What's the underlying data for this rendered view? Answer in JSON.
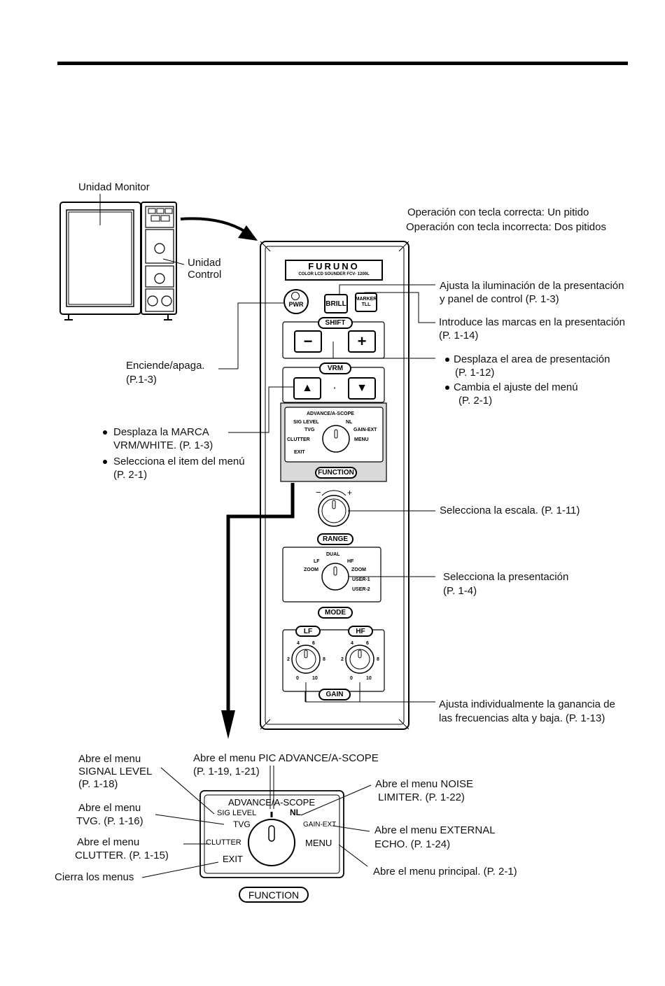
{
  "labels": {
    "monitor_unit": "Unidad Monitor",
    "control_unit_l1": "Unidad",
    "control_unit_l2": "Control",
    "beep_ok": "Operación con tecla correcta: Un pitido",
    "beep_bad": "Operación con tecla incorrecta: Dos pitidos",
    "brill_l1": "Ajusta la iluminación de la presentación",
    "brill_l2": "y panel de control (P. 1-3)",
    "marker_l1": "Introduce las marcas en la presentación",
    "marker_l2": "(P. 1-14)",
    "shift_l1": "Desplaza el area de presentación",
    "shift_l2": "(P. 1-12)",
    "shift_l3": "Cambia el ajuste del menú",
    "shift_l4": "(P. 2-1)",
    "power_l1": "Enciende/apaga.",
    "power_l2": "(P.1-3)",
    "vrm_l1": "Desplaza la MARCA",
    "vrm_l2": "VRM/WHITE. (P. 1-3)",
    "vrm_l3": "Selecciona el item del menú",
    "vrm_l4": "(P. 2-1)",
    "range": "Selecciona la escala. (P. 1-11)",
    "mode_l1": "Selecciona la presentación",
    "mode_l2": "(P. 1-4)",
    "gain_l1": "Ajusta individualmente la ganancia de",
    "gain_l2": "las frecuencias  alta y baja. (P. 1-13)",
    "sig_l1": "Abre el menu",
    "sig_l2": "SIGNAL LEVEL",
    "sig_l3": "(P. 1-18)",
    "pic_l1": "Abre el menu PIC ADVANCE/A-SCOPE",
    "pic_l2": "(P. 1-19, 1-21)",
    "nl_l1": "Abre el menu NOISE",
    "nl_l2": "LIMITER. (P. 1-22)",
    "tvg_l1": "Abre el menu",
    "tvg_l2": "TVG. (P. 1-16)",
    "ext_l1": "Abre el menu EXTERNAL",
    "ext_l2": "ECHO. (P. 1-24)",
    "clut_l1": "Abre el menu",
    "clut_l2": "CLUTTER. (P. 1-15)",
    "main_menu": "Abre el menu principal. (P. 2-1)",
    "close": "Cierra los menus"
  },
  "panel": {
    "brand": "FURUNO",
    "model": "COLOR LCD SOUNDER  FCV- 1200L",
    "pwr": "PWR",
    "brill": "BRILL",
    "marker_l1": "MARKER",
    "marker_l2": "TLL",
    "shift": "SHIFT",
    "minus": "−",
    "plus": "+",
    "vrm": "VRM",
    "up": "▲",
    "down": "▼",
    "function": "FUNCTION",
    "range": "RANGE",
    "mode": "MODE",
    "gain": "GAIN",
    "lf": "LF",
    "hf": "HF",
    "range_minus": "−",
    "range_plus": "+",
    "func_dial": {
      "title": "ADVANCE/A-SCOPE",
      "sig": "SIG LEVEL",
      "nl": "NL",
      "tvg": "TVG",
      "gainext": "GAIN-EXT",
      "clutter": "CLUTTER",
      "menu": "MENU",
      "exit": "EXIT"
    },
    "mode_dial": {
      "dual": "DUAL",
      "lf": "LF",
      "hf": "HF",
      "zoom_l": "ZOOM",
      "zoom_r": "ZOOM",
      "user1": "USER-1",
      "user2": "USER-2"
    },
    "gain_scale": [
      "4",
      "6",
      "2",
      "8",
      "0",
      "10"
    ]
  }
}
